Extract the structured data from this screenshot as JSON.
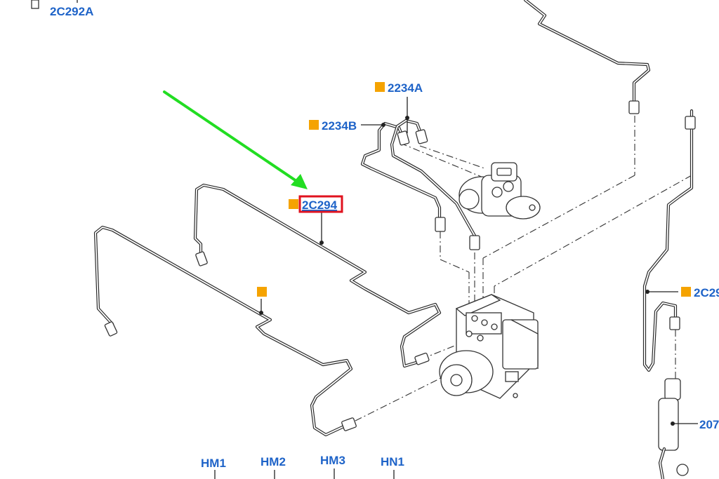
{
  "labels": {
    "l_2c292a": "2C292A",
    "l_2234a": "2234A",
    "l_2234b": "2234B",
    "l_2c294": "2C294",
    "l_2c29": "2C29",
    "l_207": "207",
    "l_hm1": "HM1",
    "l_hm2": "HM2",
    "l_hm3": "HM3",
    "l_hn1": "HN1"
  },
  "colors": {
    "label": "#1e63c8",
    "marker": "#f5a300",
    "highlight_box": "#e0121e",
    "arrow": "#22dd22",
    "line": "#2a2a2a"
  },
  "highlighted_part": "2C294"
}
